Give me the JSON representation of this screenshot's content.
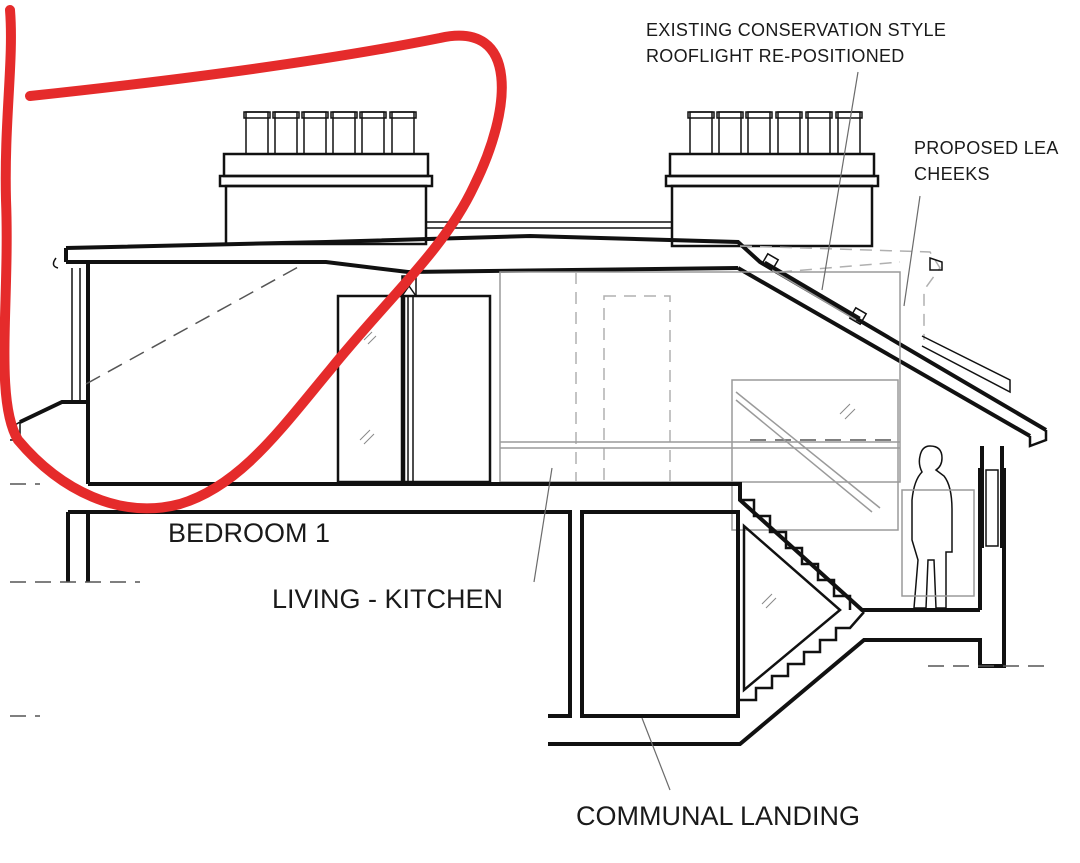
{
  "labels": {
    "bedroom": "BEDROOM 1",
    "living_kitchen": "LIVING - KITCHEN",
    "communal_landing": "COMMUNAL LANDING"
  },
  "notes": {
    "rooflight": [
      "EXISTING CONSERVATION STYLE",
      "ROOFLIGHT RE-POSITIONED"
    ],
    "lead_cheeks": [
      "PROPOSED LEA",
      "CHEEKS"
    ]
  },
  "colors": {
    "linework": "#111111",
    "markup": "#e52b2b",
    "background": "#ffffff"
  }
}
